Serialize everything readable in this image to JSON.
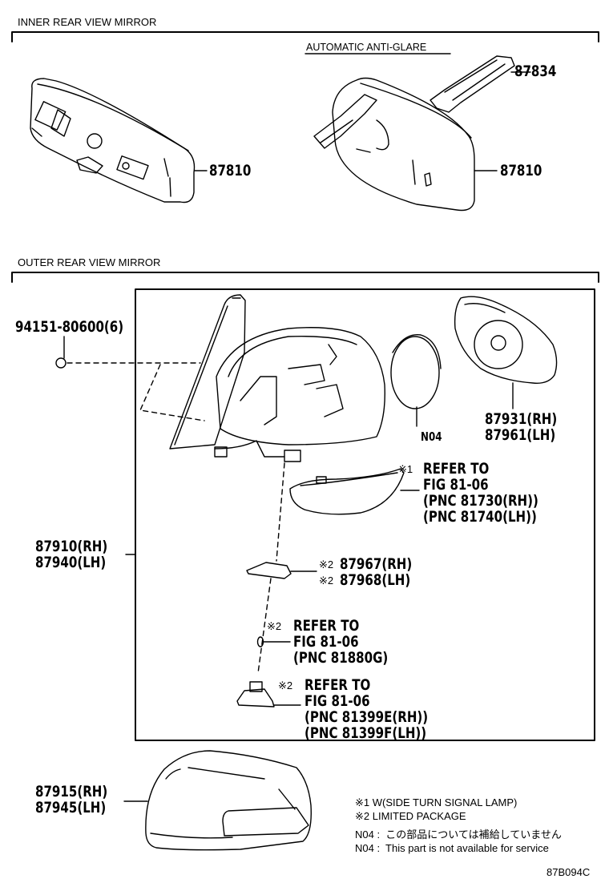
{
  "sections": {
    "inner": {
      "title": "INNER REAR VIEW MIRROR"
    },
    "outer": {
      "title": "OUTER REAR VIEW MIRROR"
    }
  },
  "inner_parts": {
    "subheading": "AUTOMATIC ANTI-GLARE",
    "mirror_std": "87810",
    "mirror_auto": "87810",
    "cover": "87834"
  },
  "outer_parts": {
    "screw": "94151-80600(6)",
    "assembly_rh": "87910(RH)",
    "assembly_lh": "87940(LH)",
    "mirror_glass_rh": "87931(RH)",
    "mirror_glass_lh": "87961(LH)",
    "motor": "N04",
    "turn_lamp": {
      "mark": "※1",
      "lines": [
        "REFER TO",
        "FIG 81-06",
        "(PNC 81730(RH))",
        "(PNC 81740(LH))"
      ]
    },
    "lamp_part_rh": {
      "mark": "※2",
      "text": "87967(RH)"
    },
    "lamp_part_lh": {
      "mark": "※2",
      "text": "87968(LH)"
    },
    "bulb": {
      "mark": "※2",
      "lines": [
        "REFER TO",
        "FIG 81-06",
        "(PNC 81880G)"
      ]
    },
    "socket": {
      "mark": "※2",
      "lines": [
        "REFER TO",
        "FIG 81-06",
        "(PNC 81399E(RH))",
        "(PNC 81399F(LH))"
      ]
    },
    "cover_rh": "87915(RH)",
    "cover_lh": "87945(LH)"
  },
  "notes": [
    "※1 W(SIDE TURN SIGNAL LAMP)",
    "※2 LIMITED PACKAGE",
    "N04 :  この部品については補給していません",
    "N04 :  This part is not available for service"
  ],
  "figure_code": "87B094C"
}
